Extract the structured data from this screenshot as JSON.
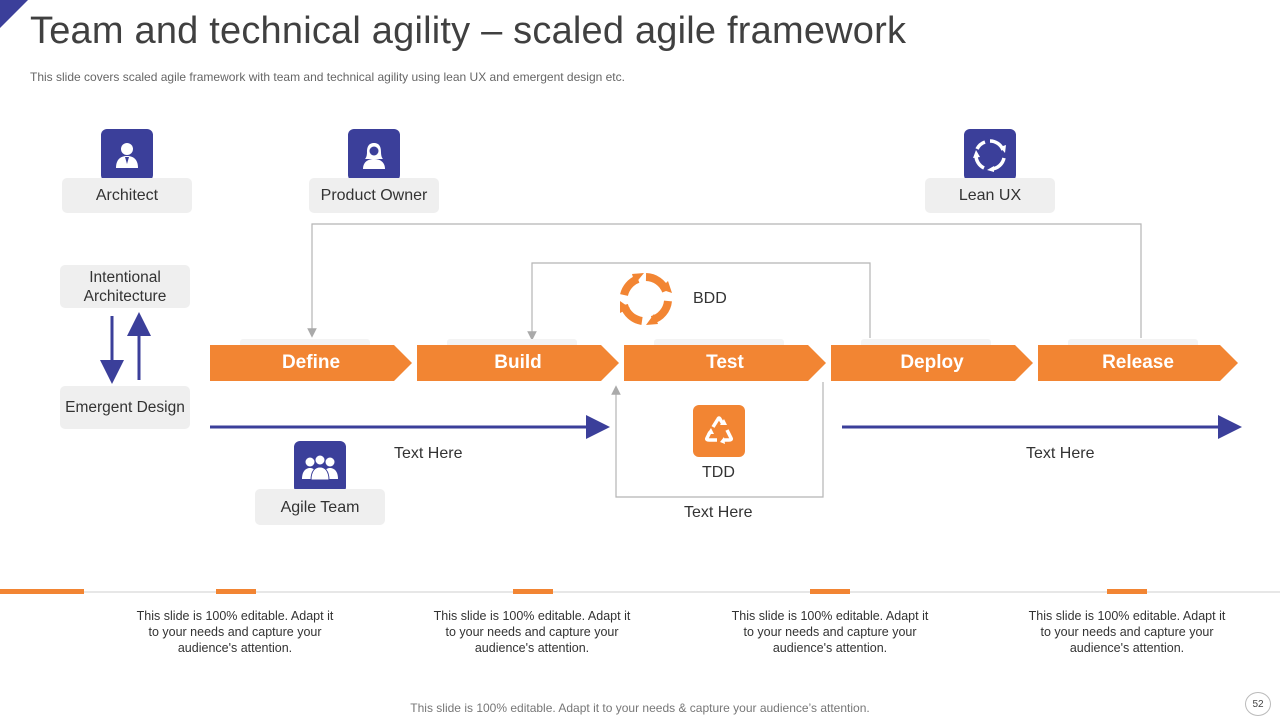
{
  "title": "Team and technical agility – scaled agile framework",
  "subtitle": "This slide covers scaled agile framework with team and technical agility using lean UX and emergent design etc.",
  "roles": {
    "architect": "Architect",
    "product_owner": "Product Owner",
    "lean_ux": "Lean UX",
    "agile_team": "Agile Team"
  },
  "design": {
    "intentional": "Intentional Architecture",
    "emergent": "Emergent Design"
  },
  "stages": [
    "Define",
    "Build",
    "Test",
    "Deploy",
    "Release"
  ],
  "practices": {
    "bdd": "BDD",
    "tdd": "TDD"
  },
  "text_here": {
    "left": "Text Here",
    "center": "Text Here",
    "right": "Text Here"
  },
  "cards": [
    "This slide is 100% editable. Adapt it to your needs and capture your audience's attention.",
    "This slide is 100% editable. Adapt it to your needs and capture your audience's attention.",
    "This slide is 100% editable. Adapt it to your needs and capture your audience's attention.",
    "This slide is 100% editable. Adapt it to your needs and capture your audience's attention."
  ],
  "footer": "This slide is 100% editable. Adapt it to your needs & capture your audience’s attention.",
  "page_number": "52",
  "colors": {
    "accent": "#f28533",
    "primary": "#3b3f9a",
    "label_bg": "#efefef"
  },
  "icons": {
    "architect": "person-icon",
    "product_owner": "woman-icon",
    "lean_ux": "refresh-cycle-icon",
    "agile_team": "team-icon",
    "bdd": "cycle-arrows-icon",
    "tdd": "recycle-icon"
  }
}
